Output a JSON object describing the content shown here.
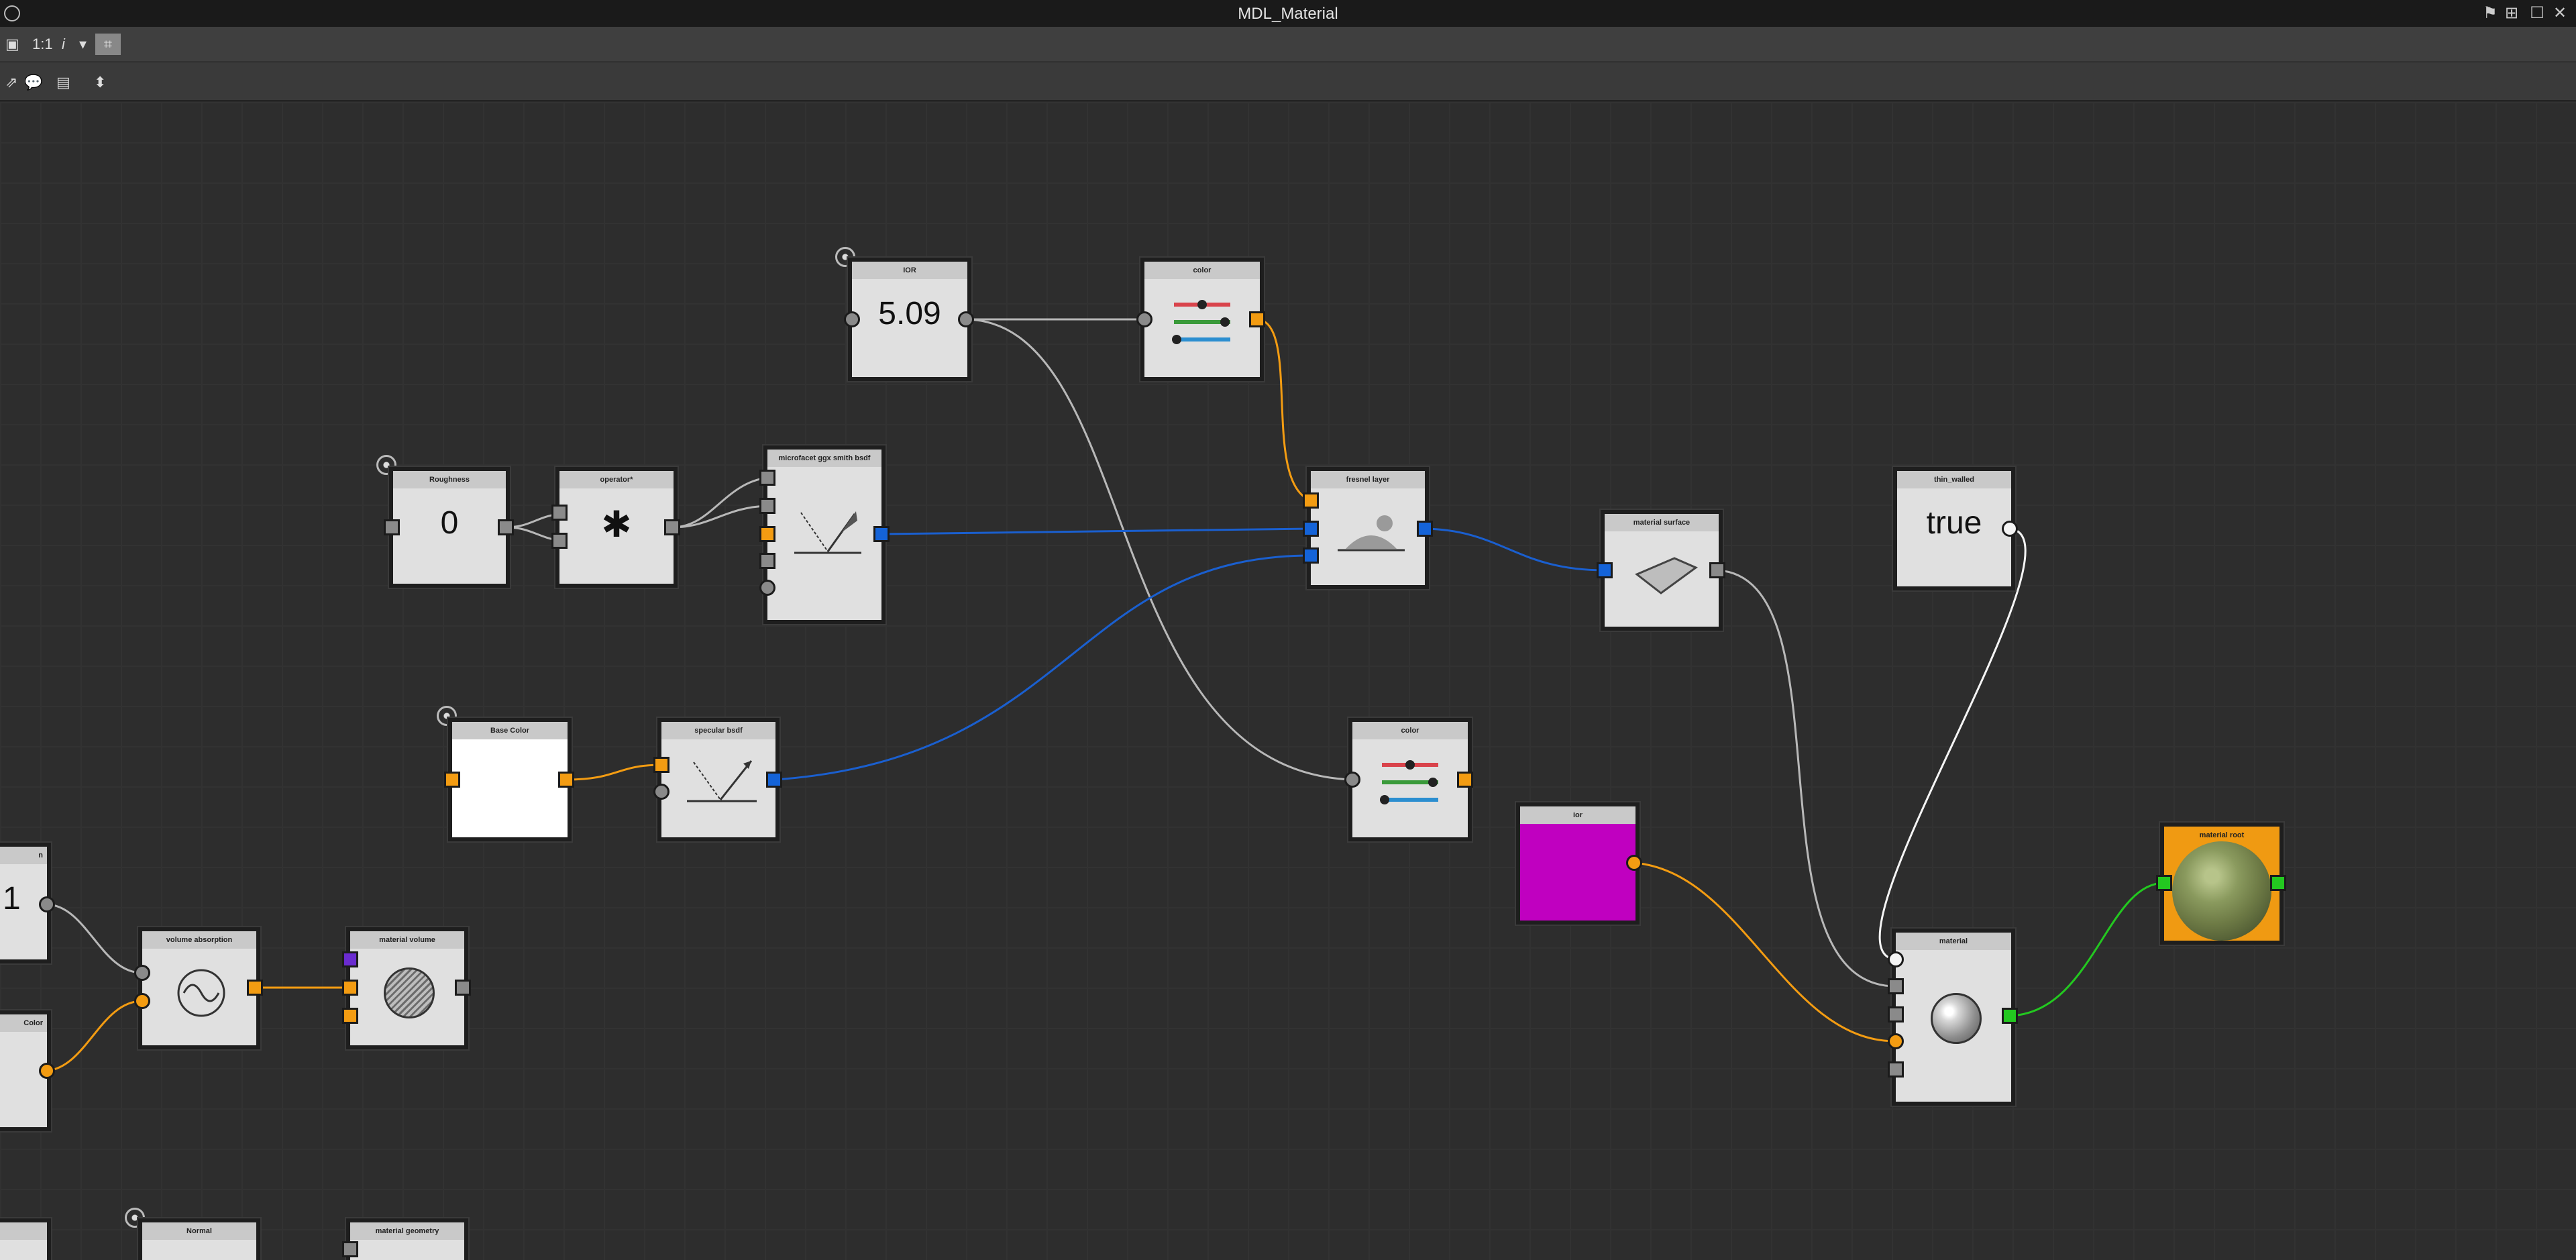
{
  "window": {
    "title": "MDL_Material"
  },
  "toolbar": {
    "zoom_label": "1:1",
    "info_label": "i"
  },
  "nodes": {
    "ior": {
      "title": "IOR",
      "value": "5.09"
    },
    "color_top": {
      "title": "color"
    },
    "roughness": {
      "title": "Roughness",
      "value": "0"
    },
    "operator": {
      "title": "operator*"
    },
    "microfacet": {
      "title": "microfacet ggx smith bsdf"
    },
    "fresnel": {
      "title": "fresnel layer"
    },
    "surface": {
      "title": "material surface"
    },
    "thin_walled": {
      "title": "thin_walled",
      "value": "true"
    },
    "base_color": {
      "title": "Base Color"
    },
    "specular": {
      "title": "specular bsdf"
    },
    "color_mid": {
      "title": "color"
    },
    "ior2": {
      "title": "ior"
    },
    "material": {
      "title": "material"
    },
    "material_root": {
      "title": "material root"
    },
    "left_a": {
      "title": "n",
      "value": "1"
    },
    "left_b": {
      "title": "Color"
    },
    "volume_absorption": {
      "title": "volume absorption"
    },
    "material_volume": {
      "title": "material volume"
    },
    "normal": {
      "title": "Normal"
    },
    "material_geometry": {
      "title": "material geometry"
    }
  },
  "colors": {
    "wire_gray": "#b8b8b8",
    "wire_orange": "#f39c12",
    "wire_blue": "#1a5fcf",
    "wire_green": "#23c820",
    "ior2_swatch": "#c000c0"
  }
}
